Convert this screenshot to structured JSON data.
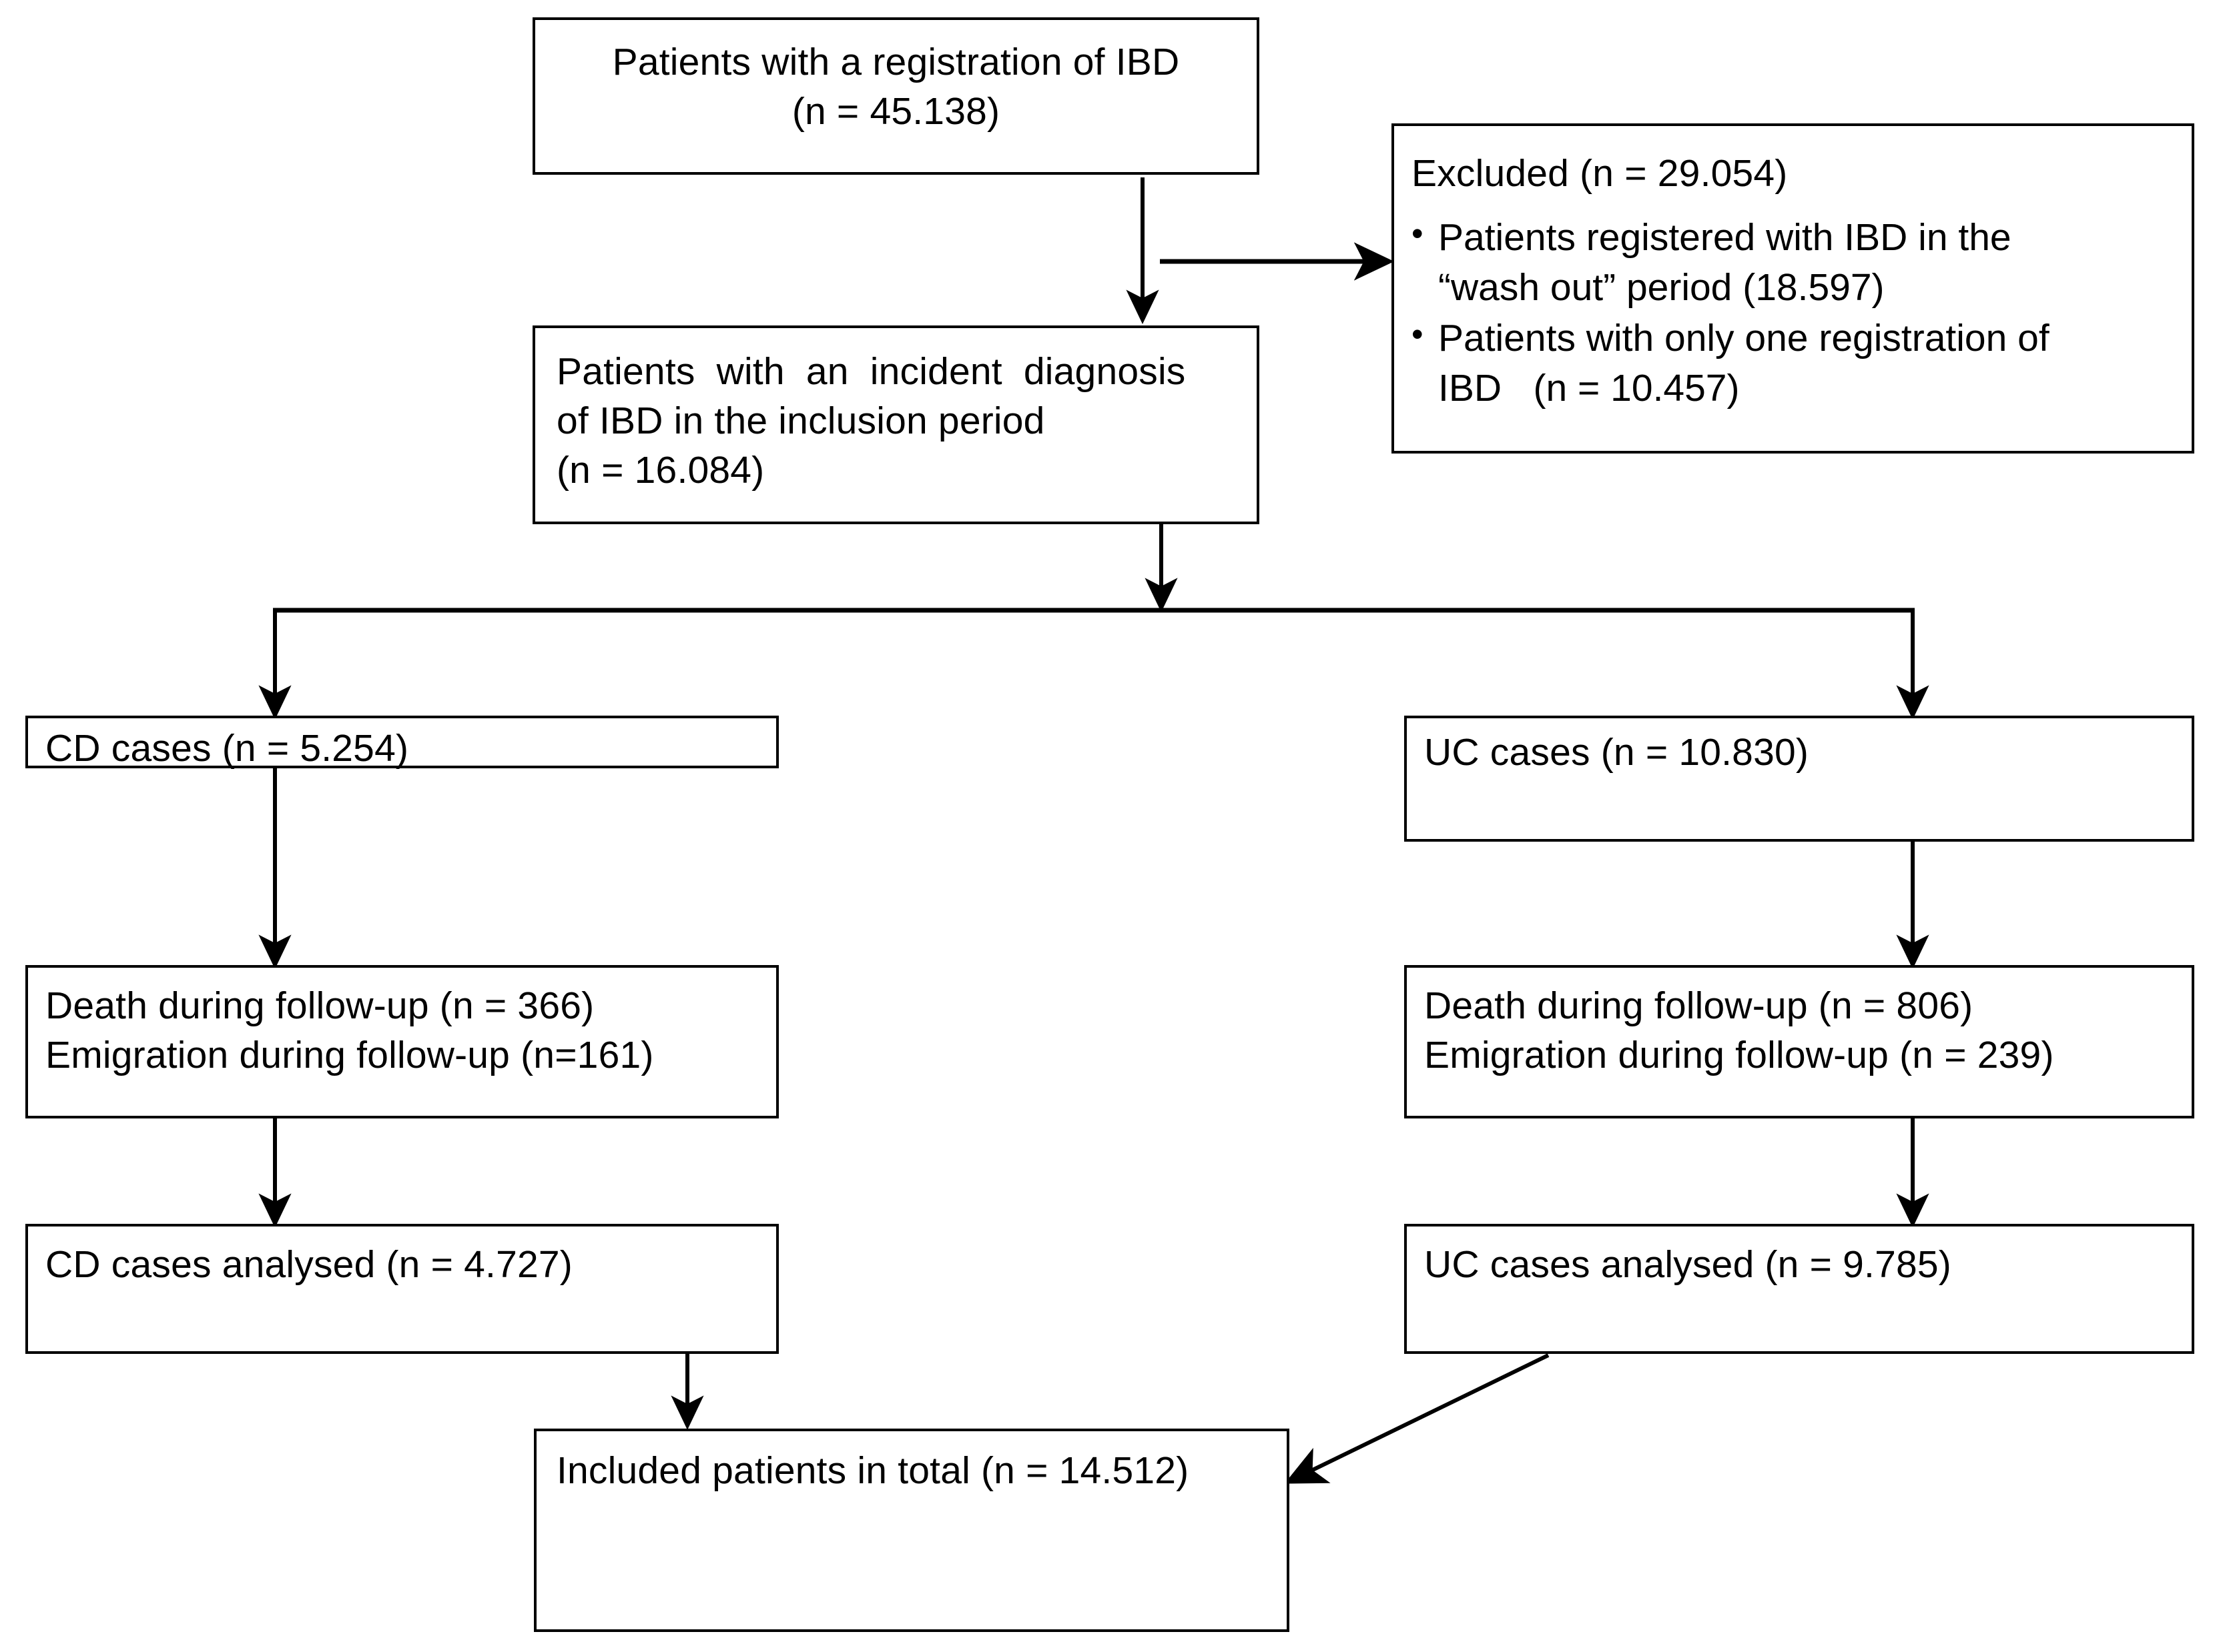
{
  "diagram": {
    "type": "flowchart",
    "title": "Patient inclusion flow diagram",
    "colors": {
      "stroke": "#000000",
      "background": "#ffffff",
      "text": "#000000"
    },
    "nodes": {
      "registration": {
        "id": "registration",
        "line1": "Patients with a registration of IBD",
        "line2": "(n = 45.138)",
        "count": 45138
      },
      "excluded": {
        "id": "excluded",
        "heading": "Excluded (n = 29.054)",
        "count": 29054,
        "bullets": [
          "Patients registered with IBD in the\n“wash out” period (18.597)",
          "Patients with only one registration of\nIBD   (n = 10.457)"
        ],
        "bullet_counts": [
          18597,
          10457
        ]
      },
      "incident": {
        "id": "incident",
        "line1": "Patients  with  an  incident  diagnosis",
        "line2": "of IBD in the inclusion period",
        "line3": "(n = 16.084)",
        "count": 16084
      },
      "cd_cases": {
        "id": "cd-cases",
        "line1": "CD cases (n = 5.254)",
        "count": 5254
      },
      "uc_cases": {
        "id": "uc-cases",
        "line1": "UC cases (n = 10.830)",
        "count": 10830
      },
      "cd_losses": {
        "id": "cd-losses",
        "line1": "Death during follow-up (n = 366)",
        "line2": "Emigration during follow-up (n=161)",
        "deaths": 366,
        "emigrations": 161
      },
      "uc_losses": {
        "id": "uc-losses",
        "line1": "Death during follow-up (n = 806)",
        "line2": "Emigration during follow-up (n = 239)",
        "deaths": 806,
        "emigrations": 239
      },
      "cd_analysed": {
        "id": "cd-analysed",
        "line1": "CD cases analysed (n = 4.727)",
        "count": 4727
      },
      "uc_analysed": {
        "id": "uc-analysed",
        "line1": "UC cases analysed (n = 9.785)",
        "count": 9785
      },
      "total": {
        "id": "included-total",
        "line1": "Included patients in total (n = 14.512)",
        "count": 14512
      }
    },
    "edges": [
      {
        "from": "registration",
        "to": "incident",
        "style": "solid-arrow-down"
      },
      {
        "from": "registration",
        "to": "excluded",
        "style": "solid-arrow-right"
      },
      {
        "from": "incident",
        "to": "cd_cases",
        "style": "elbow-split-left"
      },
      {
        "from": "incident",
        "to": "uc_cases",
        "style": "elbow-split-right"
      },
      {
        "from": "cd_cases",
        "to": "cd_losses",
        "style": "solid-arrow-down"
      },
      {
        "from": "uc_cases",
        "to": "uc_losses",
        "style": "solid-arrow-down"
      },
      {
        "from": "cd_losses",
        "to": "cd_analysed",
        "style": "solid-arrow-down"
      },
      {
        "from": "uc_losses",
        "to": "uc_analysed",
        "style": "solid-arrow-down"
      },
      {
        "from": "cd_analysed",
        "to": "total",
        "style": "solid-arrow-down"
      },
      {
        "from": "uc_analysed",
        "to": "total",
        "style": "solid-arrow-diagonal"
      }
    ]
  }
}
